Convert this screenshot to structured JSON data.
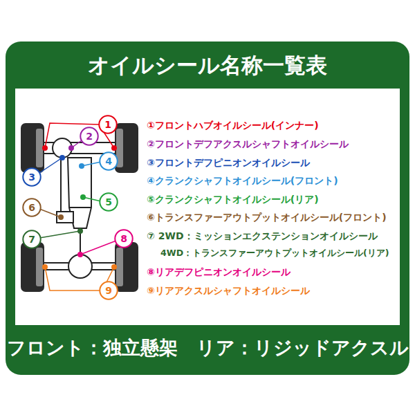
{
  "diagram": {
    "title": "オイルシール名称一覧表",
    "caption": "フロント：独立懸架　リア：リジッドアクスル",
    "nodes": [
      {
        "text": [
          "1"
        ]
      },
      {
        "text": [
          "2"
        ]
      },
      {
        "text": [
          "3"
        ]
      },
      {
        "text": [
          "4"
        ]
      },
      {
        "text": [
          "5"
        ]
      },
      {
        "text": [
          "6"
        ]
      },
      {
        "text": [
          "7"
        ]
      },
      {
        "text": [
          "8"
        ]
      },
      {
        "text": [
          "9"
        ]
      }
    ],
    "labels": [
      "①フロントハブオイルシール(インナー)",
      "②フロントデフアクスルシャフトオイルシール",
      "③フロントデフピニオンオイルシール",
      "④クランクシャフトオイルシール(フロント)",
      "⑤クランクシャフトオイルシール(リア)",
      "⑥トランスファーアウトプットオイルシール(フロント)",
      "⑦ 2WD：ミッションエクステンションオイルシール",
      "4WD：トランスファーアウトプットオイルシール(リア)",
      "⑧リアデフピニオンオイルシール",
      "⑨リアアクスルシャフトオイルシール"
    ]
  }
}
